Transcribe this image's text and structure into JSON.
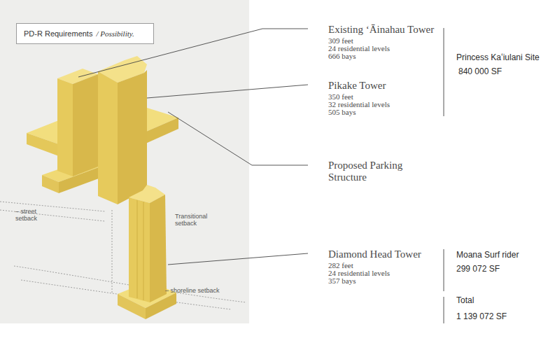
{
  "diagram": {
    "nodes": [
      {
        "text": [
          "PD-R Requirements",
          "/ Possibility."
        ]
      }
    ],
    "labels": [
      "Existing ʻĀinahau Tower",
      "309 feet",
      "24 residential levels",
      "666 bays",
      "Pikake Tower",
      "350 feet",
      "32 residential levels",
      "505 bays",
      "Proposed Parking Structure",
      "Diamond Head Tower",
      "282 feet",
      "24 residential levels",
      "357 bays",
      "Princess Kaʻiulani Site",
      "840 000 SF",
      "Moana Surf rider",
      "299 072 SF",
      "Total",
      "1 139 072 SF",
      "– street setback",
      "Transitional setback",
      "– shoreline setback"
    ]
  }
}
